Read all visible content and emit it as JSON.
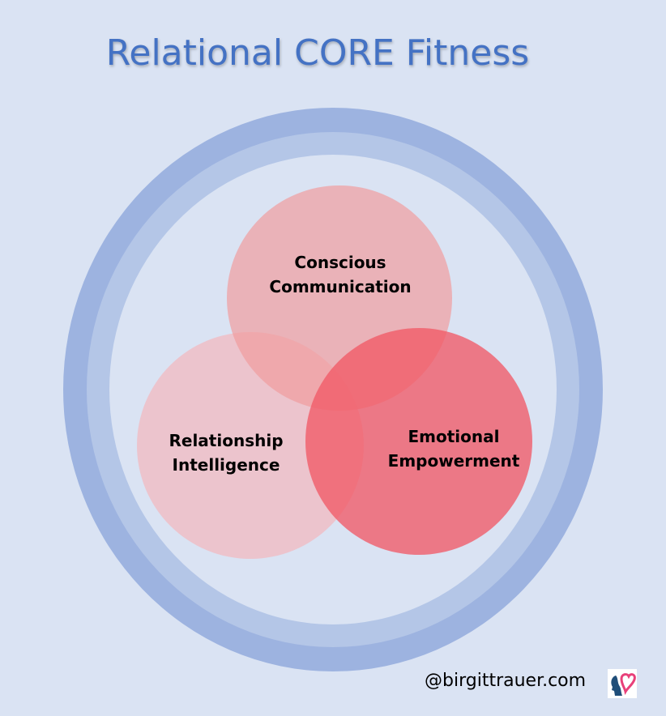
{
  "title": "Relational CORE Fitness",
  "circles": {
    "top": {
      "line1": "Conscious",
      "line2": "Communication"
    },
    "left": {
      "line1": "Relationship",
      "line2": "Intelligence"
    },
    "right": {
      "line1": "Emotional",
      "line2": "Empowerment"
    }
  },
  "credit": "@birgittrauer.com",
  "logo_text": "birgittrauer logo",
  "colors": {
    "background": "#DAE3F3",
    "title": "#4472C4",
    "ring_outer": "#9DB3E0",
    "ring_inner": "#B4C6E7"
  }
}
